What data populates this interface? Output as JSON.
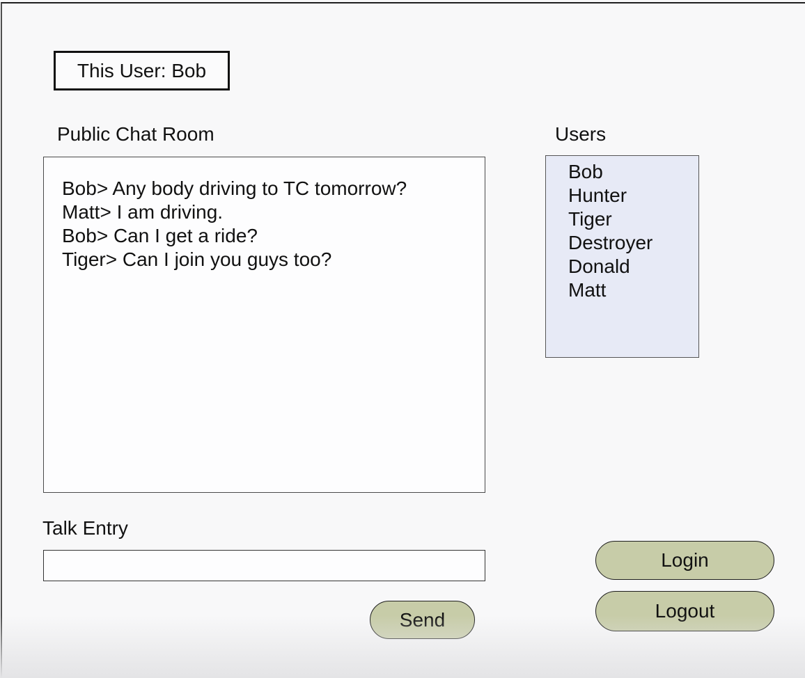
{
  "this_user": {
    "label": "This User: Bob"
  },
  "chat": {
    "label": "Public Chat Room",
    "messages": [
      "Bob> Any body driving to TC tomorrow?",
      "Matt> I am driving.",
      "Bob> Can I get a ride?",
      "Tiger> Can I join you guys too?"
    ]
  },
  "users": {
    "label": "Users",
    "names": [
      "Bob",
      "Hunter",
      "Tiger",
      "Destroyer",
      "Donald",
      "Matt"
    ]
  },
  "talk_entry": {
    "label": "Talk Entry",
    "value": "",
    "placeholder": ""
  },
  "buttons": {
    "send": "Send",
    "login": "Login",
    "logout": "Logout"
  },
  "colors": {
    "page_bg": "#f8f8f9",
    "button_bg": "#c7cca8",
    "users_list_bg": "#e7eaf6",
    "border_dark": "#111111"
  }
}
